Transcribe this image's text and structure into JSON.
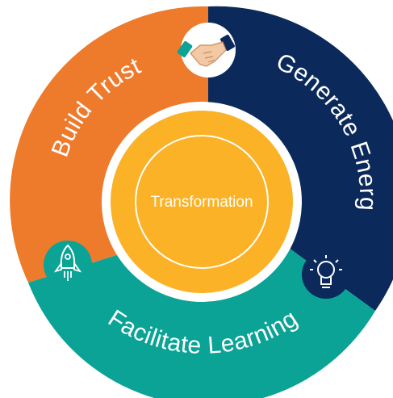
{
  "center": {
    "label": "Transformation"
  },
  "segments": [
    {
      "id": "build-trust",
      "label": "Build Trust",
      "color": "#ee7a2c",
      "icon": "handshake-icon"
    },
    {
      "id": "generate-energy",
      "label": "Generate Energy",
      "color": "#0b2a5b",
      "icon": "lightbulb-icon"
    },
    {
      "id": "facilitate-learning",
      "label": "Facilitate Learning",
      "color": "#0aa396",
      "icon": "rocket-icon"
    }
  ],
  "colors": {
    "orange": "#ee7a2c",
    "navy": "#0b2a5b",
    "teal": "#0aa396",
    "center_fill": "#fbb227",
    "center_ring": "#ffffff"
  }
}
